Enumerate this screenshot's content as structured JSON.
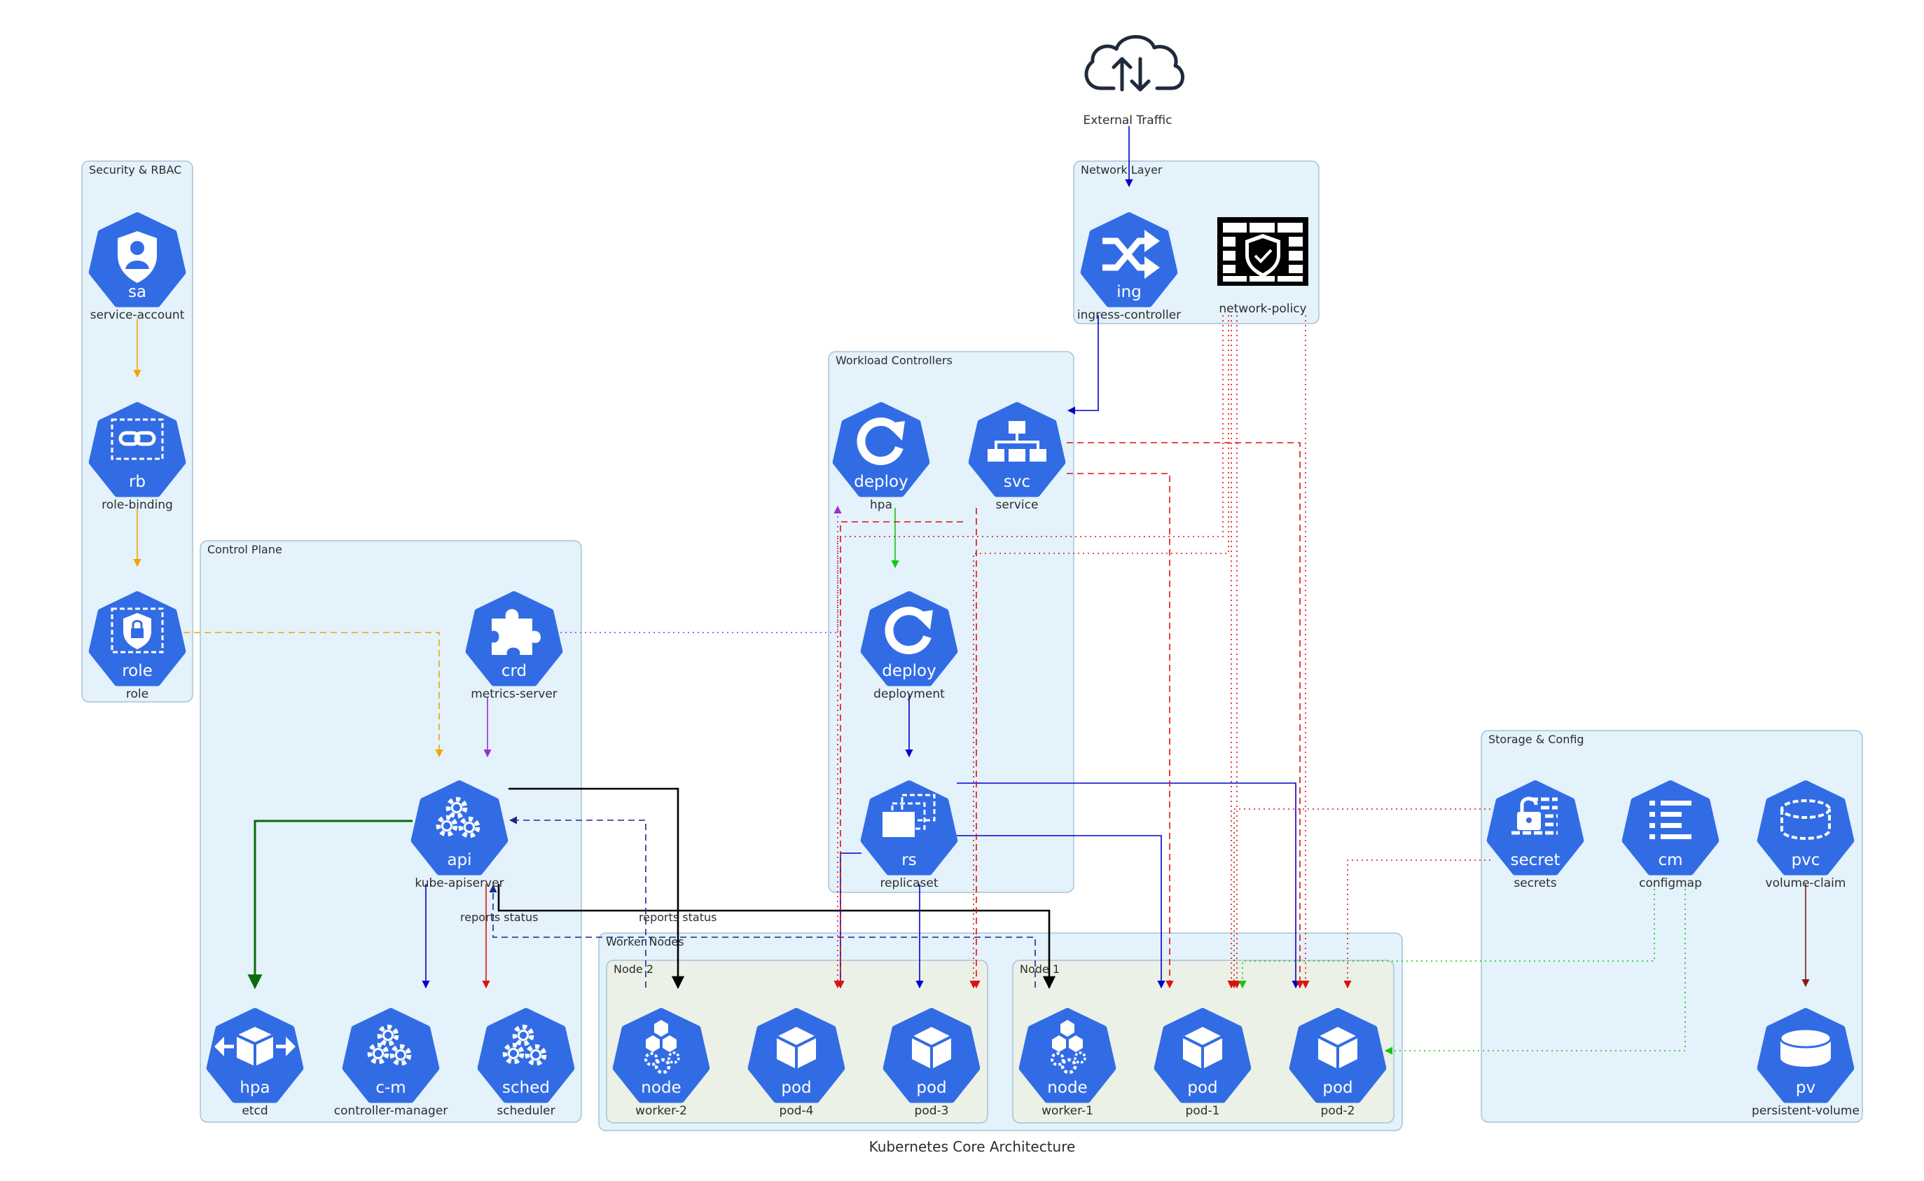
{
  "title": "Kubernetes Core Architecture",
  "colors": {
    "cluster_fill": "#e3f2fb",
    "cluster_stroke": "#a9c2d6",
    "node_group_fill": "#ebf1e7",
    "k8s_blue": "#326ce5",
    "edge_blue": "#0000cc",
    "edge_red": "#e01010",
    "edge_orange": "#f2a400",
    "edge_green": "#13c613",
    "edge_dark_green": "#0a6b0a",
    "edge_purple": "#9a2fd0",
    "edge_black": "#000000",
    "edge_navy": "#1a2a8c",
    "edge_maroon": "#8b1a1a"
  },
  "clusters": {
    "security": "Security & RBAC",
    "network": "Network Layer",
    "workload": "Workload Controllers",
    "control": "Control Plane",
    "storage": "Storage & Config",
    "workers": "Worker Nodes",
    "node2": "Node 2",
    "node1": "Node 1"
  },
  "nodes": {
    "external": {
      "label": "External Traffic",
      "icon": "cloud-upload-download-icon"
    },
    "ingress": {
      "label": "ingress-controller",
      "badge": "ing",
      "icon": "shuffle-icon"
    },
    "netpol": {
      "label": "network-policy",
      "icon": "firewall-shield-icon"
    },
    "sa": {
      "label": "service-account",
      "badge": "sa",
      "icon": "user-shield-icon"
    },
    "rb": {
      "label": "role-binding",
      "badge": "rb",
      "icon": "link-icon"
    },
    "role": {
      "label": "role",
      "badge": "role",
      "icon": "lock-shield-icon"
    },
    "hpa": {
      "label": "hpa",
      "badge": "deploy",
      "icon": "rotate-icon"
    },
    "service": {
      "label": "service",
      "badge": "svc",
      "icon": "hierarchy-icon"
    },
    "deployment": {
      "label": "deployment",
      "badge": "deploy",
      "icon": "rotate-icon"
    },
    "replicaset": {
      "label": "replicaset",
      "badge": "rs",
      "icon": "copies-icon"
    },
    "metrics": {
      "label": "metrics-server",
      "badge": "crd",
      "icon": "puzzle-icon"
    },
    "api": {
      "label": "kube-apiserver",
      "badge": "api",
      "icon": "gears-icon"
    },
    "etcd": {
      "label": "etcd",
      "badge": "hpa",
      "icon": "cube-arrows-icon"
    },
    "cm_ctrl": {
      "label": "controller-manager",
      "badge": "c-m",
      "icon": "gears-icon"
    },
    "sched": {
      "label": "scheduler",
      "badge": "sched",
      "icon": "gears-icon"
    },
    "worker2": {
      "label": "worker-2",
      "badge": "node",
      "icon": "node-gears-icon"
    },
    "pod4": {
      "label": "pod-4",
      "badge": "pod",
      "icon": "cube-icon"
    },
    "pod3": {
      "label": "pod-3",
      "badge": "pod",
      "icon": "cube-icon"
    },
    "worker1": {
      "label": "worker-1",
      "badge": "node",
      "icon": "node-gears-icon"
    },
    "pod1": {
      "label": "pod-1",
      "badge": "pod",
      "icon": "cube-icon"
    },
    "pod2": {
      "label": "pod-2",
      "badge": "pod",
      "icon": "cube-icon"
    },
    "secrets": {
      "label": "secrets",
      "badge": "secret",
      "icon": "lock-list-icon"
    },
    "configmap": {
      "label": "configmap",
      "badge": "cm",
      "icon": "list-icon"
    },
    "pvc": {
      "label": "volume-claim",
      "badge": "pvc",
      "icon": "dashed-cylinder-icon"
    },
    "pv": {
      "label": "persistent-volume",
      "badge": "pv",
      "icon": "cylinder-icon"
    }
  },
  "edge_labels": {
    "reports1": "reports status",
    "reports2": "reports status"
  }
}
